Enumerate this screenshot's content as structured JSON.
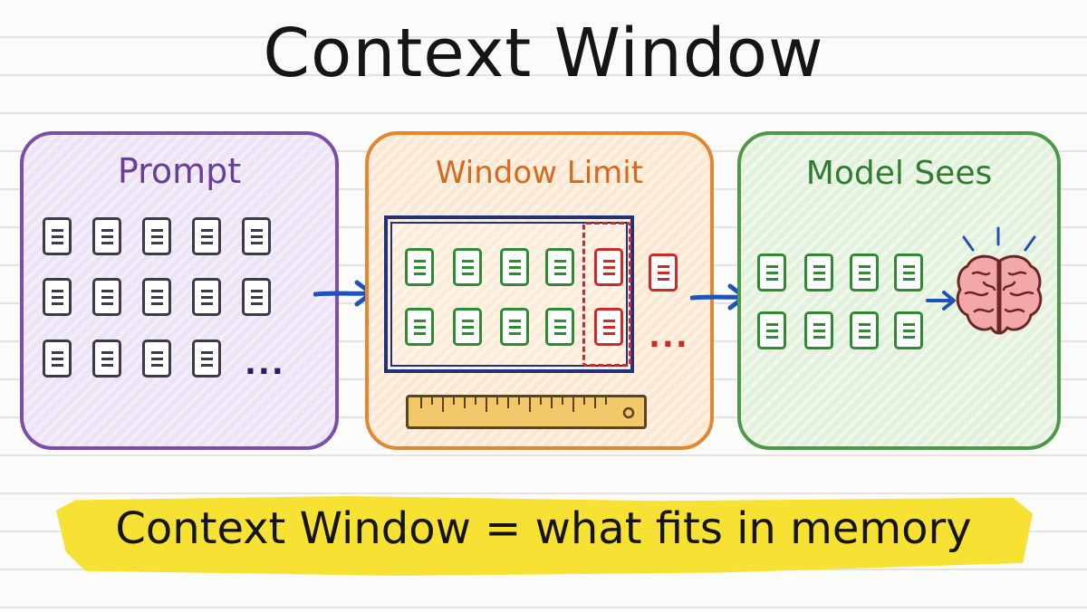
{
  "title": "Context Window",
  "panels": {
    "prompt": {
      "title": "Prompt",
      "ellipsis": "..."
    },
    "window": {
      "title": "Window Limit",
      "ellipsis": "..."
    },
    "model": {
      "title": "Model Sees"
    }
  },
  "caption": "Context Window = what fits in memory",
  "colors": {
    "prompt": "#7c4dab",
    "window": "#e5852f",
    "model": "#4a9a47",
    "frame": "#22307e",
    "overflow": "#cc2a2a",
    "arrow": "#1f53b8",
    "highlight": "#f7e234"
  },
  "icons": {
    "document": "document-icon",
    "ruler": "ruler-icon",
    "arrow": "arrow-right-icon",
    "brain": "brain-icon"
  }
}
